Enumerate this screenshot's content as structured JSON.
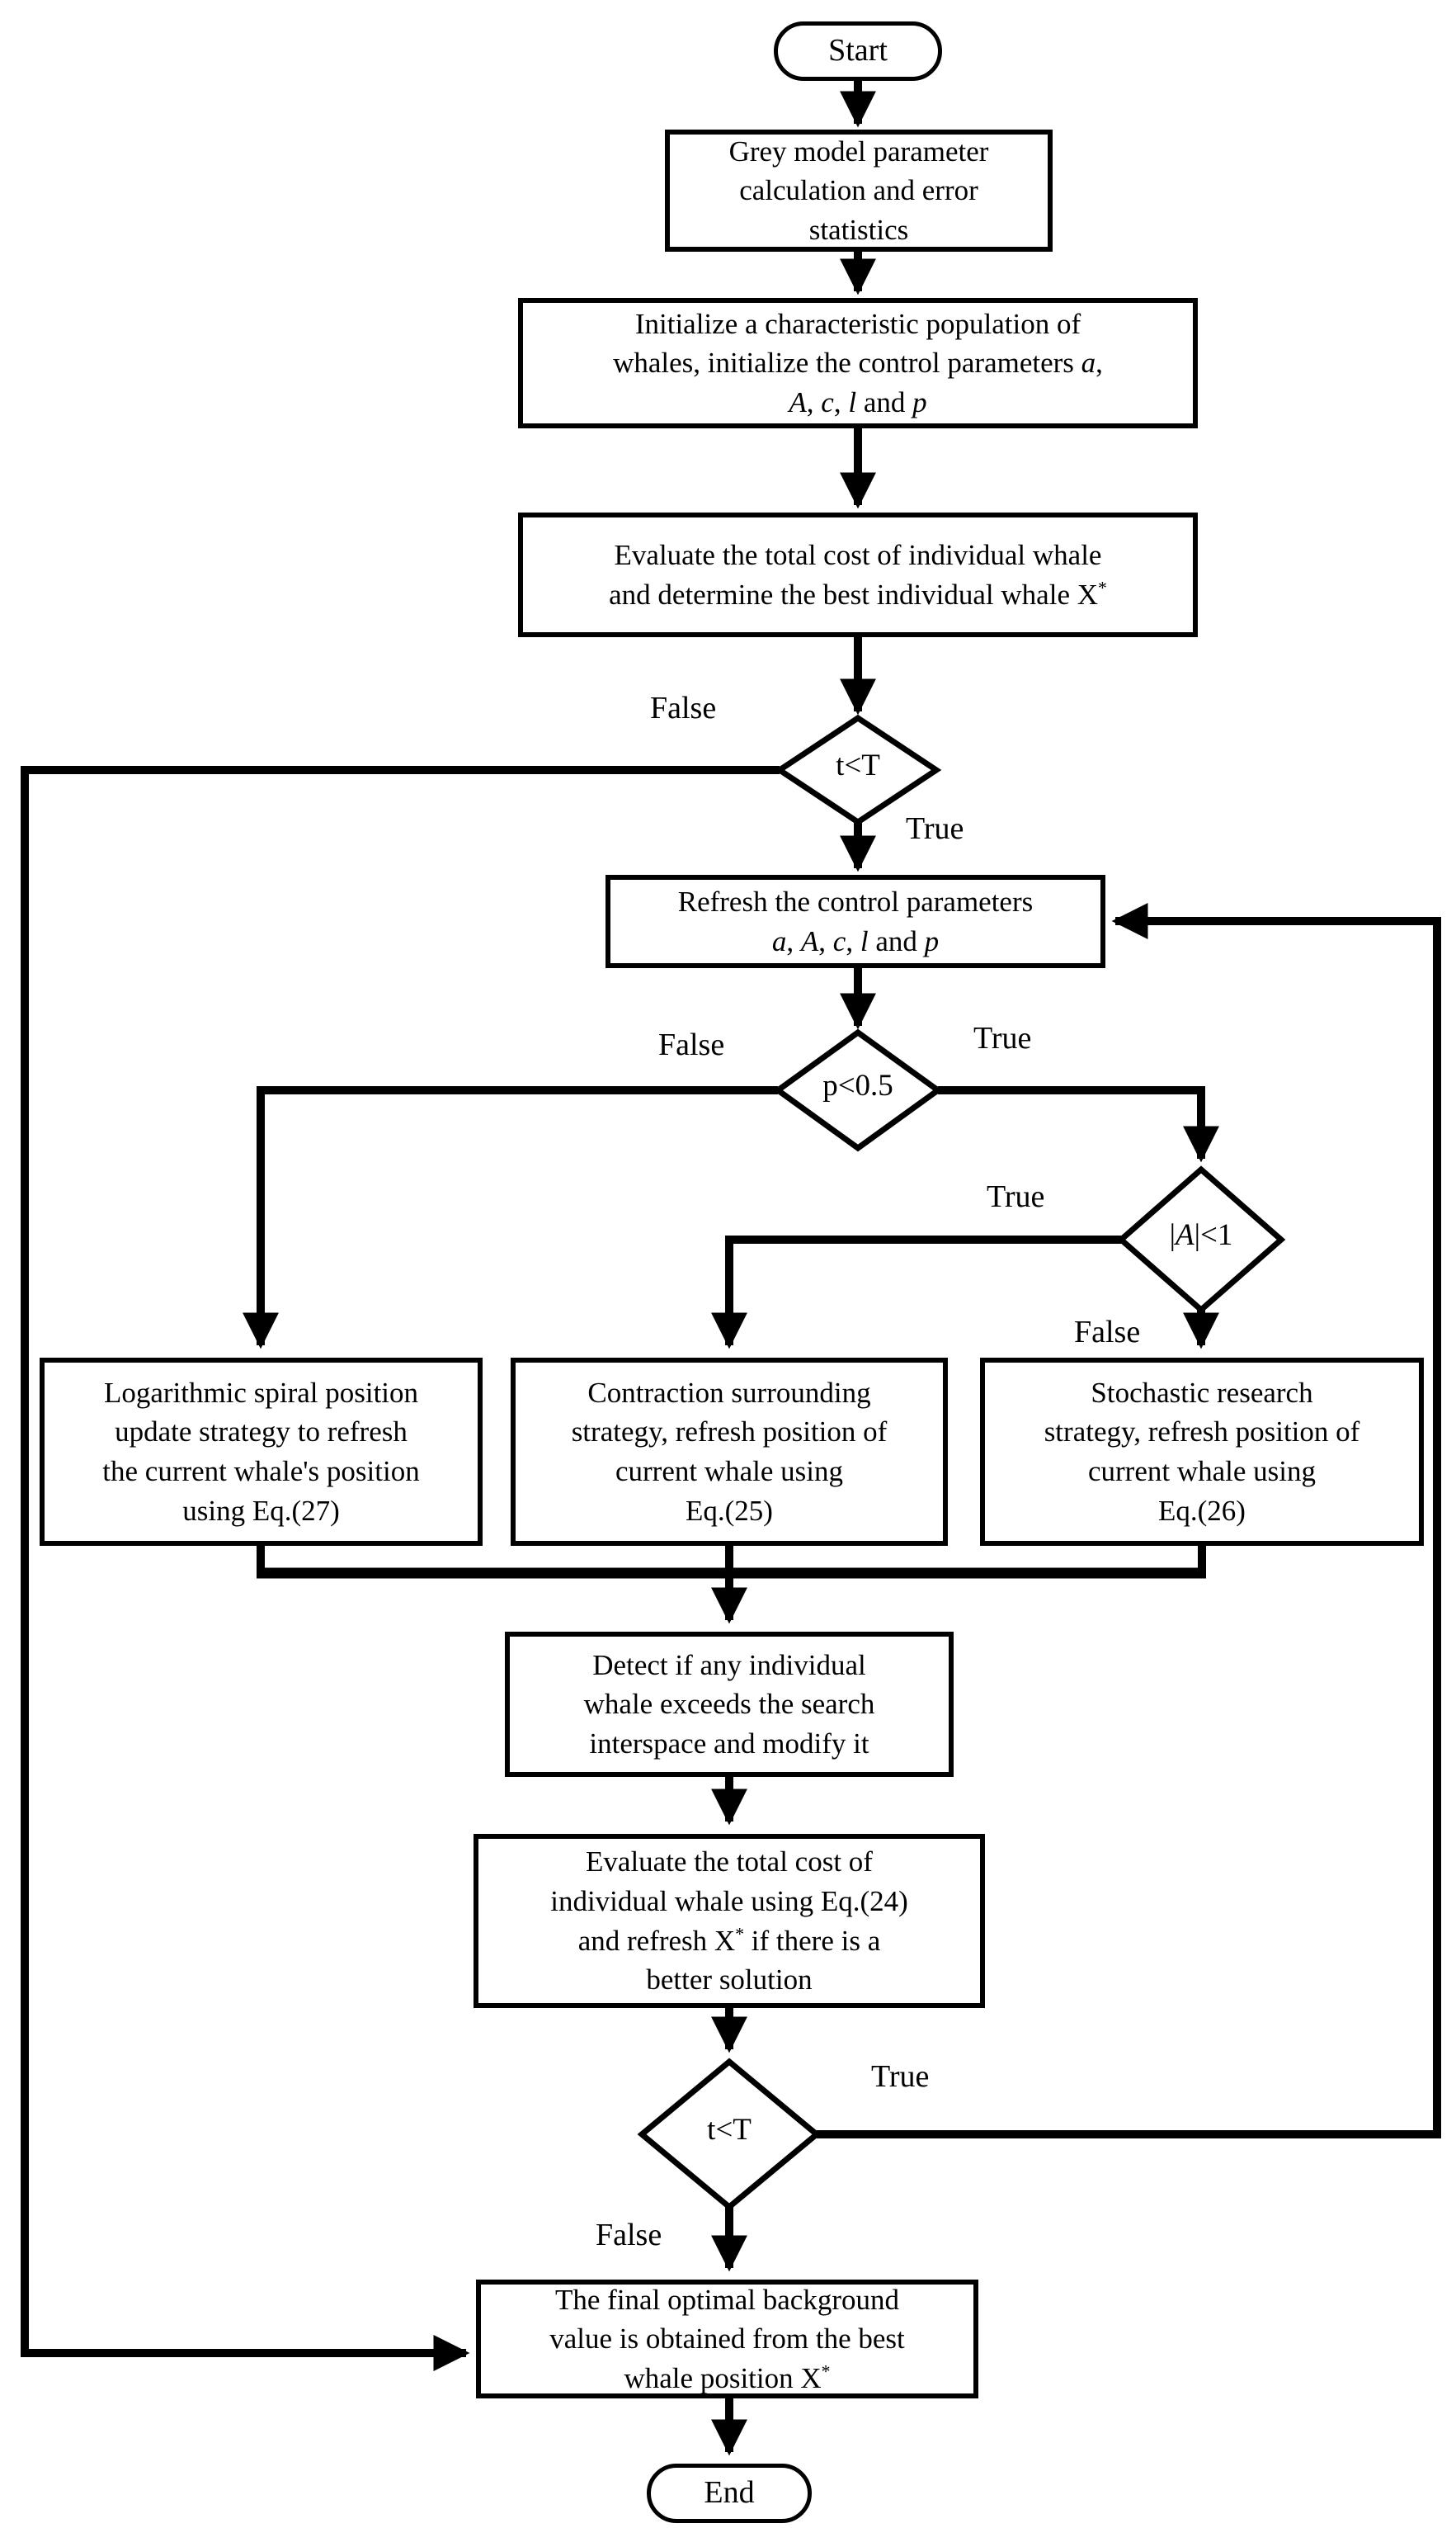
{
  "colors": {
    "line": "#000000",
    "background": "#ffffff",
    "text": "#000000"
  },
  "flowchart": {
    "nodes": {
      "start": {
        "type": "terminator",
        "lines": [
          "Start"
        ]
      },
      "grey_model": {
        "type": "process",
        "lines": [
          "Grey model parameter",
          "calculation and error",
          "statistics"
        ]
      },
      "initialize": {
        "type": "process",
        "lines": [
          "Initialize a characteristic population of",
          "whales, initialize the control parameters *a*,",
          "*A*, *c*, *l* and *p*"
        ]
      },
      "evaluate_cost": {
        "type": "process",
        "lines": [
          "Evaluate the total cost of individual whale",
          "and determine the best individual whale X~*~"
        ]
      },
      "iter_check_1": {
        "type": "decision",
        "lines": [
          "t<T"
        ]
      },
      "refresh_params": {
        "type": "process",
        "lines": [
          "Refresh the control parameters",
          "*a*, *A*, *c*, *l* and *p*"
        ]
      },
      "p_check": {
        "type": "decision",
        "lines": [
          "p<0.5"
        ]
      },
      "a_check": {
        "type": "decision",
        "lines": [
          "|*A*|<1"
        ]
      },
      "log_spiral": {
        "type": "process",
        "lines": [
          "Logarithmic spiral position",
          "update strategy to refresh",
          "the current whale's position",
          "using Eq.(27)"
        ]
      },
      "contraction": {
        "type": "process",
        "lines": [
          "Contraction surrounding",
          "strategy, refresh position of",
          "current whale using",
          "Eq.(25)"
        ]
      },
      "stochastic": {
        "type": "process",
        "lines": [
          "Stochastic research",
          "strategy, refresh position of",
          "current whale using",
          "Eq.(26)"
        ]
      },
      "detect_exceed": {
        "type": "process",
        "lines": [
          "Detect if any individual",
          "whale exceeds the search",
          "interspace and modify it"
        ]
      },
      "evaluate_refresh": {
        "type": "process",
        "lines": [
          "Evaluate the total cost of",
          "individual whale using Eq.(24)",
          "and refresh X~*~ if there is a",
          "better solution"
        ]
      },
      "iter_check_2": {
        "type": "decision",
        "lines": [
          "t<T"
        ]
      },
      "final_value": {
        "type": "process",
        "lines": [
          "The final optimal background",
          "value is obtained from the best",
          "whale position X~*~"
        ]
      },
      "end": {
        "type": "terminator",
        "lines": [
          "End"
        ]
      }
    },
    "edge_labels": {
      "iter1_false": "False",
      "iter1_true": "True",
      "p_false": "False",
      "p_true": "True",
      "a_true": "True",
      "a_false": "False",
      "iter2_true": "True",
      "iter2_false": "False"
    }
  }
}
